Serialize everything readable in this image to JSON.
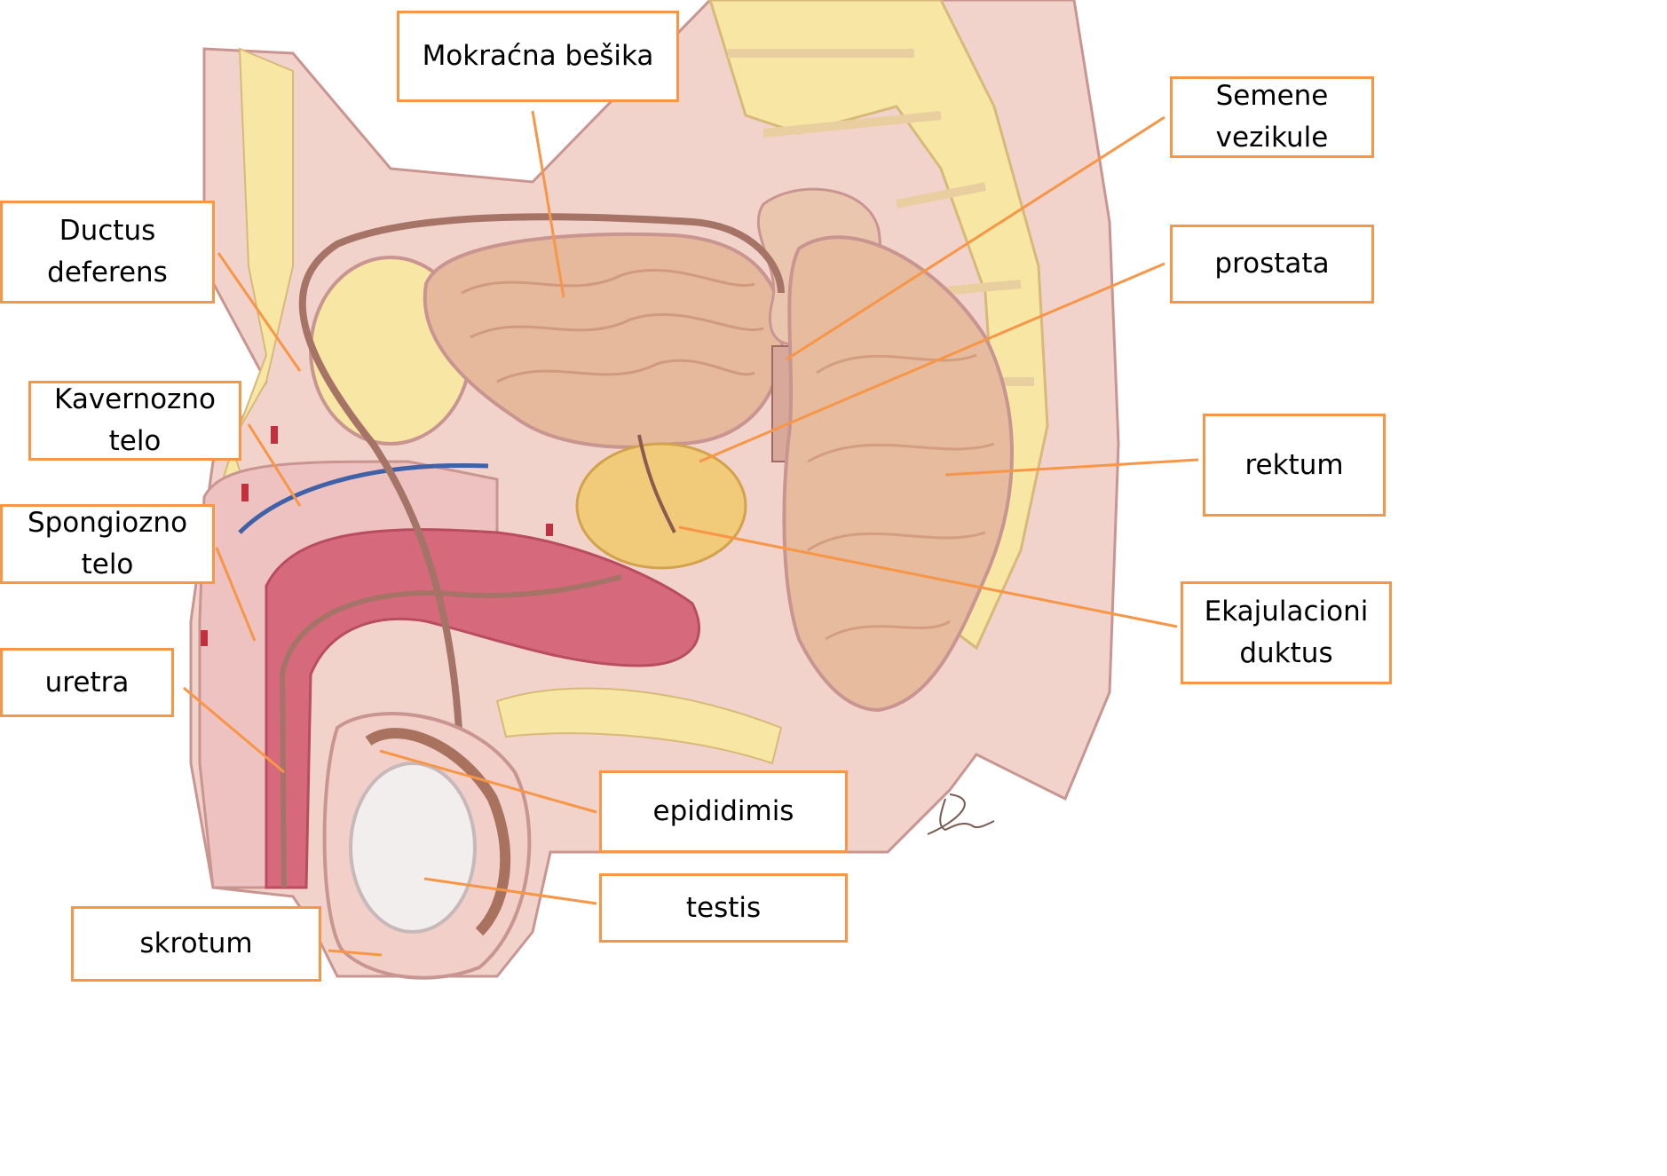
{
  "colors": {
    "label_border": "#f79646",
    "leader_line": "#f79646",
    "skin": "#f2d3cc",
    "tissue_dark": "#c99590",
    "bladder": "#e6b89c",
    "fat_yellow": "#f7e6a4",
    "prostate": "#f1ca7a",
    "spongy": "#d66a7c",
    "rectum": "#e7bb9e",
    "vessel_blue": "#3f61a8",
    "vessel_red": "#c3303d"
  },
  "labels": {
    "bladder": "Mokraćna bešika",
    "seminal_vesicles": "Semene\nvezikule",
    "ductus_deferens": "Ductus\ndeferens",
    "prostate": "prostata",
    "cavernous_body": "Kavernozno\ntelo",
    "rectum": "rektum",
    "spongy_body": "Spongiozno\ntelo",
    "ejaculatory_duct": "Ekajulacioni\nduktus",
    "urethra": "uretra",
    "epididymis": "epididimis",
    "testis": "testis",
    "scrotum": "skrotum"
  }
}
